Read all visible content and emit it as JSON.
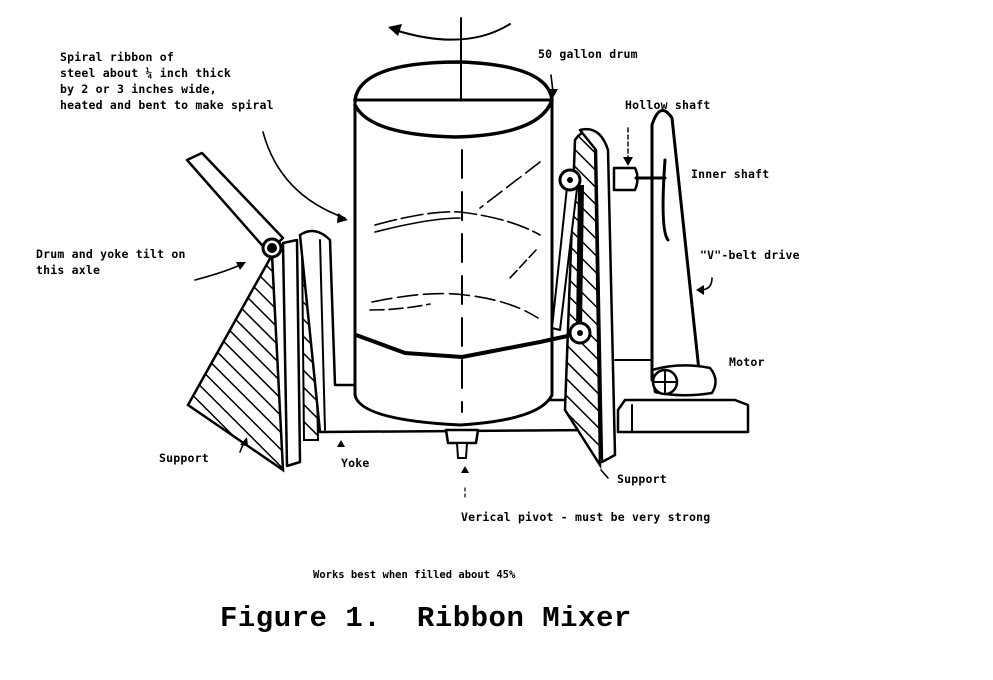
{
  "figure": {
    "title": "Figure 1.  Ribbon Mixer",
    "note": "Works best when filled about 45%",
    "labels": {
      "spiral_ribbon": [
        "Spiral ribbon of",
        "steel about ¼ inch thick",
        "by 2 or 3 inches wide,",
        "heated and bent to make spiral"
      ],
      "drum": "50 gallon drum",
      "hollow_shaft": "Hollow shaft",
      "inner_shaft": "Inner shaft",
      "v_belt": "\"V\"-belt drive",
      "motor": "Motor",
      "tilt_axle": [
        "Drum and yoke tilt on",
        "this axle"
      ],
      "support_left": "Support",
      "yoke": "Yoke",
      "support_right": "Support",
      "pivot": "Verical pivot - must be very strong"
    },
    "colors": {
      "ink": "#000000",
      "paper": "#ffffff"
    }
  }
}
